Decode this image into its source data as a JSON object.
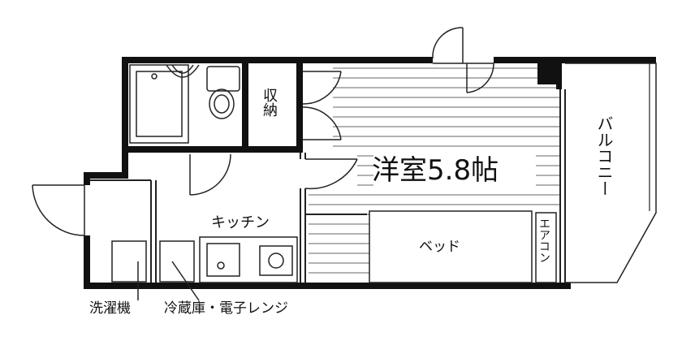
{
  "plan": {
    "rooms": {
      "western_room": "洋室5.8帖",
      "storage": "収納",
      "kitchen": "キッチン",
      "balcony": "バルコニー"
    },
    "fixtures": {
      "bed": "ベッド",
      "aircon": "エアコン"
    },
    "captions": {
      "washer": "洗濯機",
      "fridge_microwave": "冷蔵庫・電子レンジ"
    }
  }
}
